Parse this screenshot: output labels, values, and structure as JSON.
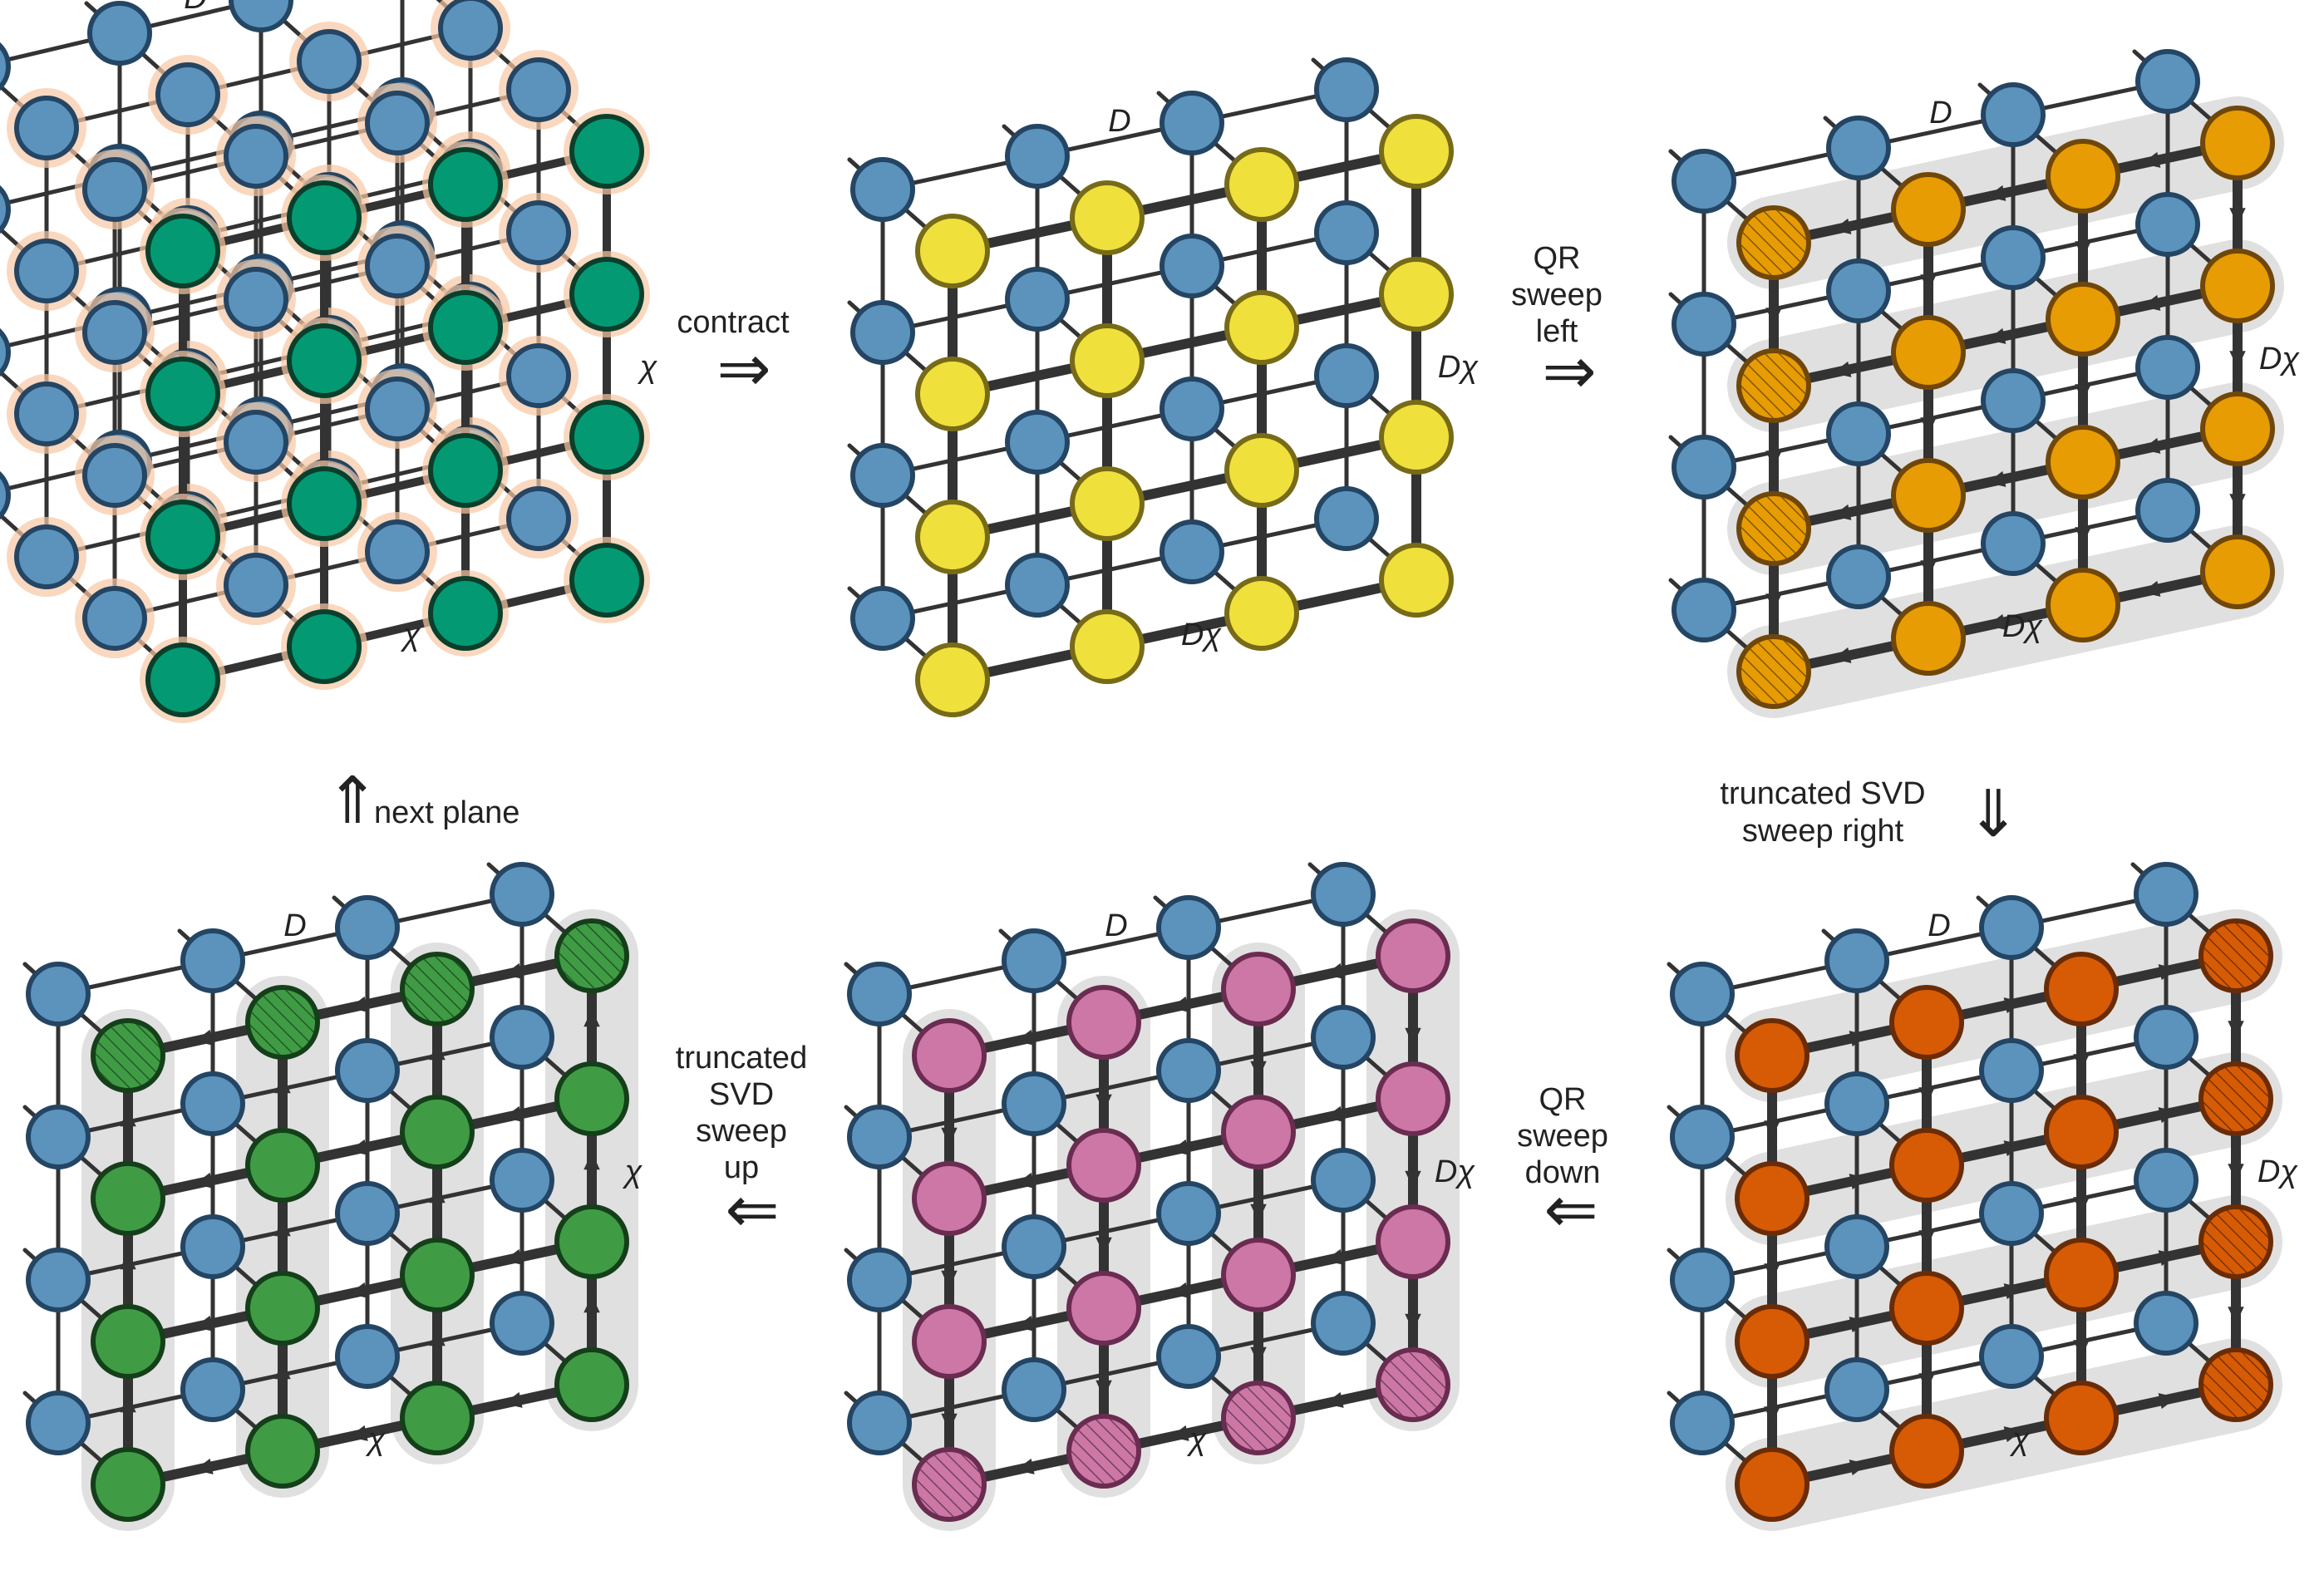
{
  "colors": {
    "blue": "#5b93bd",
    "blue_stroke": "#244563",
    "teal": "#039a73",
    "teal_stroke": "#0b3f2c",
    "yellow": "#f0e03c",
    "yellow_stroke": "#776b18",
    "amber": "#e79c03",
    "amber_stroke": "#70470a",
    "orange": "#d75b04",
    "orange_stroke": "#6a2c06",
    "pink": "#cd77a6",
    "pink_stroke": "#6a2c50",
    "green": "#3f9c45",
    "green_stroke": "#153f1a",
    "halo": "#f6c8a4",
    "band": "#e0e0e0",
    "bond": "#333333"
  },
  "panels": [
    {
      "id": "p1",
      "node_color": "teal",
      "style": "halo",
      "label_top": "D",
      "label_side": "χ",
      "label_bottom": "χ"
    },
    {
      "id": "p2",
      "node_color": "yellow",
      "style": "plain",
      "label_top": "D",
      "label_side": "Dχ",
      "label_bottom": "Dχ"
    },
    {
      "id": "p3",
      "node_color": "amber",
      "style": "rows-left",
      "label_top": "D",
      "label_side": "Dχ",
      "label_bottom": "Dχ"
    },
    {
      "id": "p4",
      "node_color": "orange",
      "style": "rows-right",
      "label_top": "D",
      "label_side": "Dχ",
      "label_bottom": "χ"
    },
    {
      "id": "p5",
      "node_color": "pink",
      "style": "cols-down",
      "label_top": "D",
      "label_side": "Dχ",
      "label_bottom": "χ"
    },
    {
      "id": "p6",
      "node_color": "green",
      "style": "cols-up",
      "label_top": "D",
      "label_side": "χ",
      "label_bottom": "χ"
    }
  ],
  "steps": [
    {
      "id": "s1",
      "lines": [
        "contract"
      ],
      "arrow": "⇒"
    },
    {
      "id": "s2",
      "lines": [
        "QR",
        "sweep",
        "left"
      ],
      "arrow": "⇒"
    },
    {
      "id": "s3",
      "lines": [
        "truncated SVD",
        "sweep right"
      ],
      "arrow": "⇓"
    },
    {
      "id": "s4",
      "lines": [
        "QR",
        "sweep",
        "down"
      ],
      "arrow": "⇐"
    },
    {
      "id": "s5",
      "lines": [
        "truncated",
        "SVD",
        "sweep",
        "up"
      ],
      "arrow": "⇐"
    },
    {
      "id": "s6",
      "lines": [
        "next plane"
      ],
      "arrow": "⇑"
    }
  ]
}
